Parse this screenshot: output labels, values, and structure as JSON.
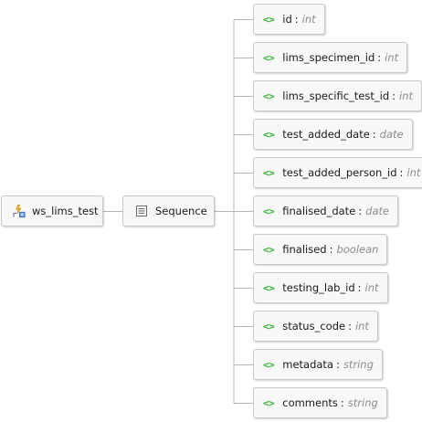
{
  "root": {
    "label": "ws_lims_test",
    "icon": "element-icon"
  },
  "sequence": {
    "label": "Sequence",
    "icon": "sequence-icon"
  },
  "field_icon_glyph": "<>",
  "field_separator": ":",
  "colors": {
    "field_icon": "#2fb82f",
    "type_text": "#8c8c8c",
    "connector": "#b5b5b5",
    "node_background": "#f8f8f8",
    "node_border": "#c9c9c9"
  },
  "fields": [
    {
      "name": "id",
      "type": "int"
    },
    {
      "name": "lims_specimen_id",
      "type": "int"
    },
    {
      "name": "lims_specific_test_id",
      "type": "int"
    },
    {
      "name": "test_added_date",
      "type": "date"
    },
    {
      "name": "test_added_person_id",
      "type": "int"
    },
    {
      "name": "finalised_date",
      "type": "date"
    },
    {
      "name": "finalised",
      "type": "boolean"
    },
    {
      "name": "testing_lab_id",
      "type": "int"
    },
    {
      "name": "status_code",
      "type": "int"
    },
    {
      "name": "metadata",
      "type": "string"
    },
    {
      "name": "comments",
      "type": "string"
    }
  ]
}
